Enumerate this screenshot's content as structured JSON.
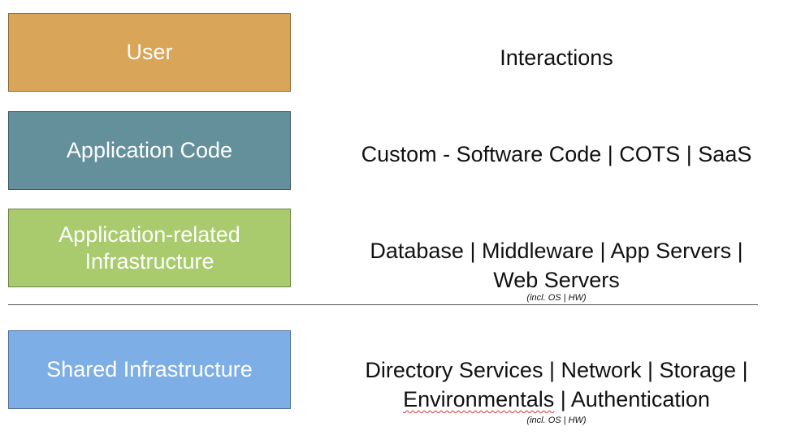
{
  "layers": [
    {
      "label": "User",
      "color": "#d9a559",
      "description_lines": [
        "Interactions"
      ]
    },
    {
      "label": "Application Code",
      "color": "#63909b",
      "description_lines": [
        "Custom - Software Code | COTS  |  SaaS"
      ]
    },
    {
      "label": "Application-related\nInfrastructure",
      "color": "#a9cb6e",
      "description_lines": [
        "Database  |  Middleware  |  App Servers |",
        "Web Servers"
      ],
      "note": "(incl. OS | HW)"
    },
    {
      "label": "Shared Infrastructure",
      "color": "#7daee5",
      "description_lines": [
        "Directory Services  |  Network  |  Storage |"
      ],
      "description_line2": {
        "underlined": "Environmentals",
        "rest": " | Authentication"
      },
      "note": "(incl. OS | HW)"
    }
  ]
}
